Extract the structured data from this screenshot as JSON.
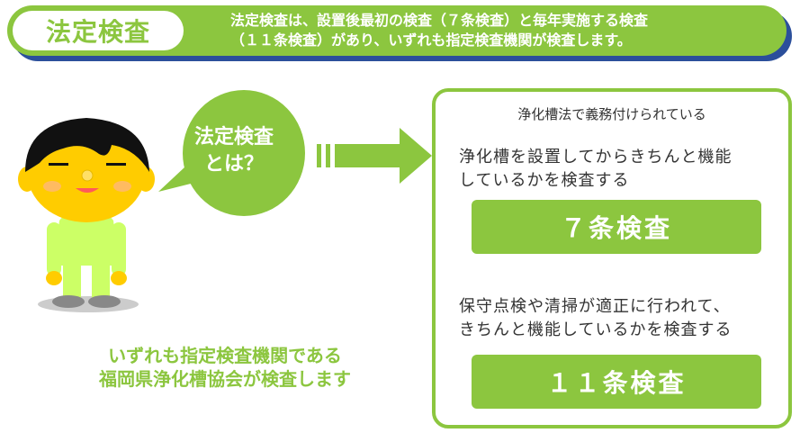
{
  "header": {
    "title": "法定検査",
    "description_line1": "法定検査は、設置後最初の検査（７条検査）と毎年実施する検査",
    "description_line2": "（１１条検査）があり、いずれも指定検査機関が検査します。"
  },
  "bubble": {
    "line1": "法定検査",
    "line2": "とは？"
  },
  "note": {
    "line1": "いずれも指定検査機関である",
    "line2": "福岡県浄化槽協会が検査します"
  },
  "panel": {
    "header": "浄化槽法で義務付けられている",
    "desc1_line1": "浄化槽を設置してからきちんと機能",
    "desc1_line2": "しているかを検査する",
    "btn7_label": "７条検査",
    "desc2_line1": "保守点検や清掃が適正に行われて、",
    "desc2_line2": "きちんと機能しているかを検査する",
    "btn11_label": "１１条検査"
  },
  "colors": {
    "accent": "#8cc63f",
    "banner_shadow": "#2b4f9b",
    "text": "#333333"
  }
}
